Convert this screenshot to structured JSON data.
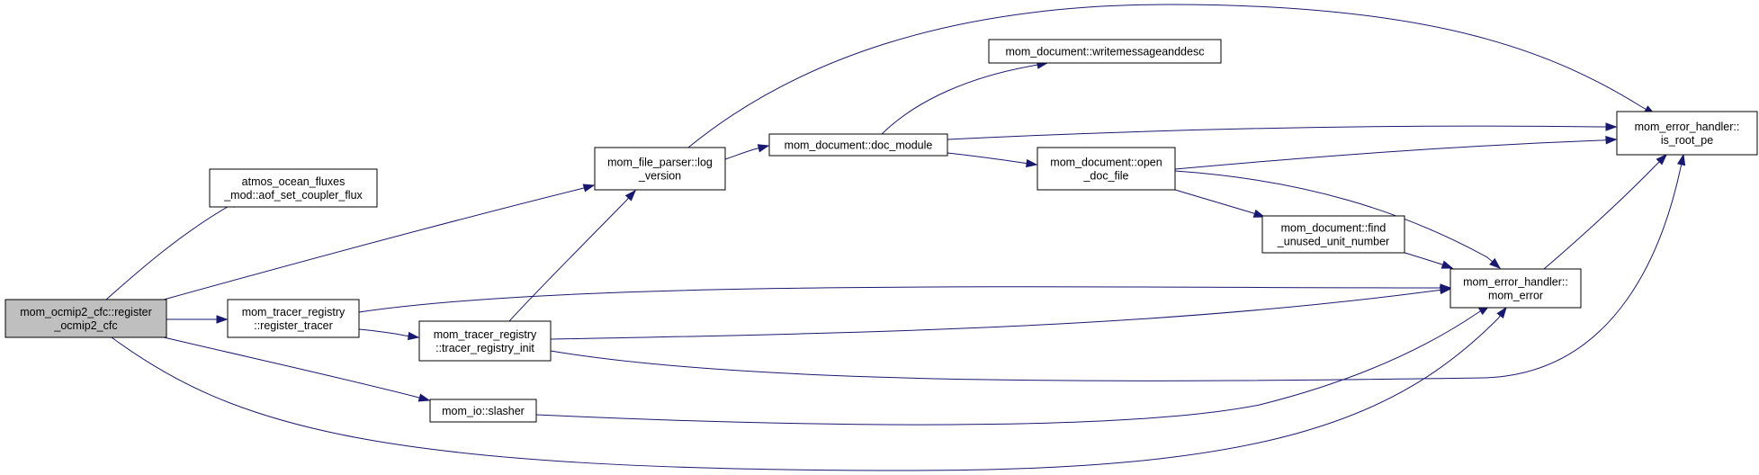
{
  "graph": {
    "type": "call-graph",
    "colors": {
      "root_fill": "#bfbfbf",
      "node_fill": "#ffffff",
      "border": "#000000",
      "edge": "#191970"
    },
    "nodes": [
      {
        "id": "root",
        "lines": [
          "mom_ocmip2_cfc::register",
          "_ocmip2_cfc"
        ],
        "is_root": true
      },
      {
        "id": "aof",
        "lines": [
          "atmos_ocean_fluxes",
          "_mod::aof_set_coupler_flux"
        ]
      },
      {
        "id": "log_version",
        "lines": [
          "mom_file_parser::log",
          "_version"
        ]
      },
      {
        "id": "doc_module",
        "lines": [
          "mom_document::doc_module"
        ]
      },
      {
        "id": "writemsg",
        "lines": [
          "mom_document::writemessageanddesc"
        ]
      },
      {
        "id": "open_doc",
        "lines": [
          "mom_document::open",
          "_doc_file"
        ]
      },
      {
        "id": "find_unused",
        "lines": [
          "mom_document::find",
          "_unused_unit_number"
        ]
      },
      {
        "id": "is_root_pe",
        "lines": [
          "mom_error_handler::",
          "is_root_pe"
        ]
      },
      {
        "id": "mom_error",
        "lines": [
          "mom_error_handler::",
          "mom_error"
        ]
      },
      {
        "id": "register_tracer",
        "lines": [
          "mom_tracer_registry",
          "::register_tracer"
        ]
      },
      {
        "id": "tracer_init",
        "lines": [
          "mom_tracer_registry",
          "::tracer_registry_init"
        ]
      },
      {
        "id": "slasher",
        "lines": [
          "mom_io::slasher"
        ]
      }
    ],
    "edges": [
      {
        "from": "root",
        "to": "aof"
      },
      {
        "from": "root",
        "to": "log_version"
      },
      {
        "from": "root",
        "to": "register_tracer"
      },
      {
        "from": "root",
        "to": "slasher"
      },
      {
        "from": "root",
        "to": "mom_error"
      },
      {
        "from": "log_version",
        "to": "doc_module"
      },
      {
        "from": "log_version",
        "to": "is_root_pe"
      },
      {
        "from": "doc_module",
        "to": "writemsg"
      },
      {
        "from": "doc_module",
        "to": "open_doc"
      },
      {
        "from": "doc_module",
        "to": "is_root_pe"
      },
      {
        "from": "open_doc",
        "to": "is_root_pe"
      },
      {
        "from": "open_doc",
        "to": "find_unused"
      },
      {
        "from": "open_doc",
        "to": "mom_error"
      },
      {
        "from": "find_unused",
        "to": "mom_error"
      },
      {
        "from": "mom_error",
        "to": "is_root_pe"
      },
      {
        "from": "register_tracer",
        "to": "mom_error"
      },
      {
        "from": "register_tracer",
        "to": "tracer_init"
      },
      {
        "from": "tracer_init",
        "to": "log_version"
      },
      {
        "from": "tracer_init",
        "to": "mom_error"
      },
      {
        "from": "tracer_init",
        "to": "is_root_pe"
      },
      {
        "from": "slasher",
        "to": "mom_error"
      }
    ]
  }
}
